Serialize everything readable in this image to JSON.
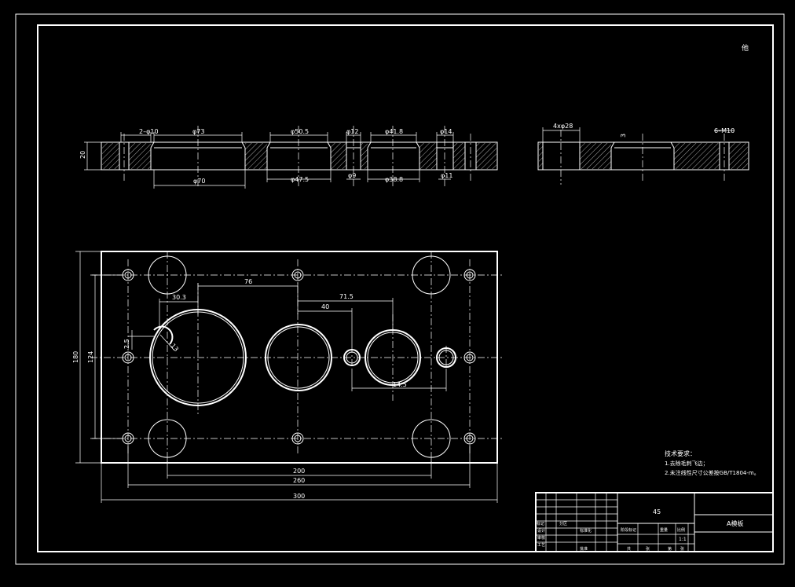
{
  "colors": {
    "background": "#000000",
    "lines": "#ffffff",
    "hatch": "#cfcfcf"
  },
  "corner_mark": "他",
  "section_view": {
    "top_dims": [
      "2–φ10",
      "φ73",
      "φ50.5",
      "φ12",
      "φ41.8",
      "φ14"
    ],
    "bottom_dims": [
      "φ70",
      "φ47.5",
      "φ9",
      "φ38.8",
      "φ11"
    ],
    "height": "20"
  },
  "side_view": {
    "dims": [
      "4xφ28",
      "3",
      "6–M10"
    ]
  },
  "plan_view": {
    "dims": {
      "d76": "76",
      "d303": "30.3",
      "d715": "71.5",
      "d40": "40",
      "d25": "2.5",
      "r13": "13",
      "d145": "14.5",
      "h180": "180",
      "h124": "124",
      "w200": "200",
      "w260": "260",
      "w300": "300"
    }
  },
  "notes": {
    "title": "技术要求：",
    "lines": [
      "1.去除毛刺飞边；",
      "2.未注线性尺寸公差按GB/T1804-m。"
    ]
  },
  "title_block": {
    "material": "45",
    "part_name": "A模板",
    "cells": [
      "标记",
      "分区",
      "设计",
      "标准化",
      "审核",
      "工艺",
      "批准",
      "阶段标记",
      "重量",
      "比例",
      "共",
      "张",
      "第",
      "张",
      "1:1"
    ]
  }
}
